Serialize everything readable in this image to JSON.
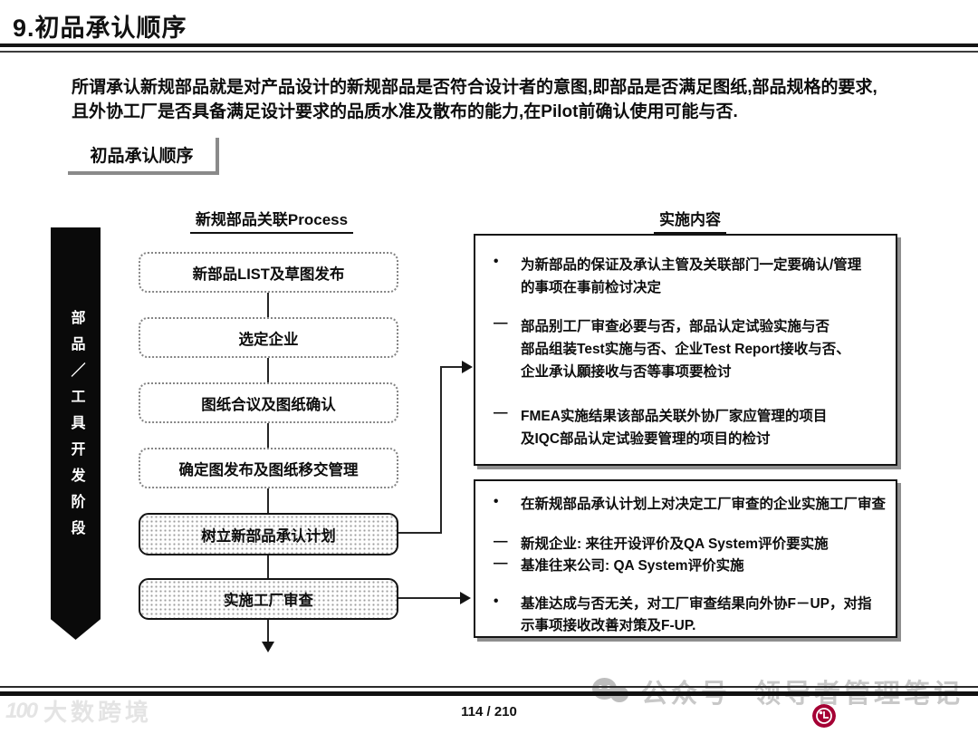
{
  "header": {
    "title": "9.初品承认顺序"
  },
  "intro": {
    "line1": "所谓承认新规部品就是对产品设计的新规部品是否符合设计者的意图,即部品是否满足图纸,部品规格的要求,",
    "line2": "且外协工厂是否具备满足设计要求的品质水准及散布的能力,在Pilot前确认使用可能与否."
  },
  "section_label": "初品承认顺序",
  "flow": {
    "column_header": "新规部品关联Process",
    "stage_label": "部品／工具开发阶段",
    "steps": [
      {
        "label": "新部品LIST及草图发布",
        "style": "dotted"
      },
      {
        "label": "选定企业",
        "style": "dotted"
      },
      {
        "label": "图纸合议及图纸确认",
        "style": "dotted"
      },
      {
        "label": "确定图发布及图纸移交管理",
        "style": "dotted"
      },
      {
        "label": "树立新部品承认计划",
        "style": "solid-stipple"
      },
      {
        "label": "实施工厂审查",
        "style": "solid-stipple"
      }
    ]
  },
  "implementation": {
    "column_header": "实施内容",
    "box1": {
      "items": [
        {
          "marker": "•",
          "lines": [
            "为新部品的保证及承认主管及关联部门一定要确认/管理",
            "的事项在事前检讨决定"
          ]
        },
        {
          "marker": "—",
          "lines": [
            "部品别工厂审查必要与否，部品认定试验实施与否",
            "部品组装Test实施与否、企业Test Report接收与否、",
            "企业承认願接收与否等事项要检讨"
          ]
        },
        {
          "marker": "—",
          "lines": [
            "FMEA实施结果该部品关联外协厂家应管理的项目",
            "及IQC部品认定试验要管理的项目的检讨"
          ]
        }
      ]
    },
    "box2": {
      "items": [
        {
          "marker": "•",
          "lines": [
            "在新规部品承认计划上对决定工厂审查的企业实施工厂审查"
          ]
        },
        {
          "marker": "—",
          "lines": [
            "新规企业: 来往开设评价及QA System评价要实施"
          ]
        },
        {
          "marker": "—",
          "lines": [
            "基准往来公司: QA System评价实施"
          ]
        },
        {
          "marker": "•",
          "lines": [
            "基准达成与否无关，对工厂审查结果向外协F－UP，对指",
            "示事项接收改善对策及F-UP."
          ]
        }
      ]
    }
  },
  "footer": {
    "page_number": "114 / 210"
  },
  "watermarks": {
    "left_logo_mark": "100",
    "left_logo_text": "大数跨境",
    "account_label": "公众号",
    "account_name": "领导者管理笔记"
  },
  "colors": {
    "lg_crimson": "#a50034",
    "watermark_gray": "#c8c8c8",
    "shadow_gray": "#8f8f8f",
    "ink": "#111111"
  }
}
